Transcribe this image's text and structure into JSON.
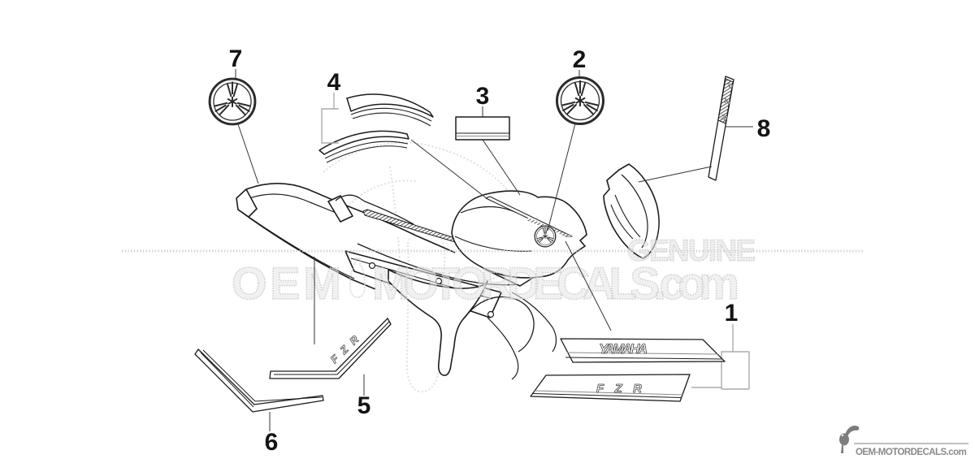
{
  "callouts": {
    "n1": "1",
    "n2": "2",
    "n3": "3",
    "n4": "4",
    "n5": "5",
    "n6": "6",
    "n7": "7",
    "n8": "8"
  },
  "decals": {
    "yamaha_wordmark": "YAMAHA",
    "fzr_wordmark": "FZR"
  },
  "watermark": {
    "brand_left": "OEM",
    "brand_right": "MOTORDECALS.com",
    "genuine": "GENUINE"
  },
  "footer": {
    "site_name": "OEM-MOTORDECALS.com"
  },
  "icons": {
    "emblem_part7": "yamaha-tuning-fork-emblem",
    "emblem_part2": "yamaha-tuning-fork-emblem",
    "tank_emblem": "yamaha-tuning-fork-emblem-small",
    "footer_logo": "toucan-bird-logo"
  },
  "colors": {
    "line": "#1c1c1c",
    "leader_gray": "#ababab",
    "watermark_gray": "#cdcdcd",
    "footer_gray": "#8a8a8a",
    "background": "#ffffff"
  }
}
